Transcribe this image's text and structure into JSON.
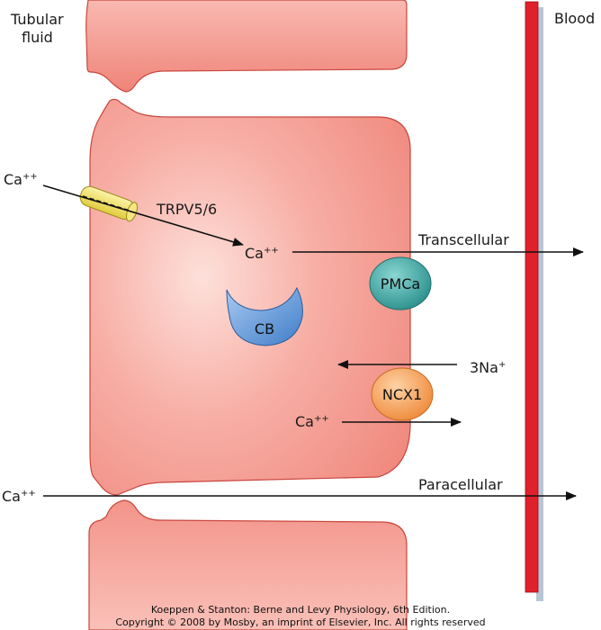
{
  "labels": {
    "tubular_fluid": [
      "Tubular",
      "fluid"
    ],
    "blood": "Blood",
    "ca": "Ca",
    "ca_charge": "++",
    "trpv": "TRPV5/6",
    "transcellular": "Transcellular",
    "paracellular": "Paracellular",
    "pmca": "PMCa",
    "cb": "CB",
    "ncx": "NCX1",
    "na": "3Na",
    "na_charge": "+"
  },
  "credit": {
    "line1": "Koeppen & Stanton: Berne and Levy Physiology, 6th Edition.",
    "line2": "Copyright © 2008 by Mosby, an imprint of Elsevier, Inc. All rights reserved"
  },
  "colors": {
    "cell_fill": "#f4978e",
    "cell_light": "#fbd2cb",
    "cell_edge": "#c9453d",
    "blood_vessel": "#e0202a",
    "blood_shadow": "#b8c6d4",
    "pmca": "#3aa7a4",
    "cb": "#5b95d6",
    "ncx": "#f39a50",
    "channel": "#f1e36a",
    "arrow": "#111111"
  }
}
